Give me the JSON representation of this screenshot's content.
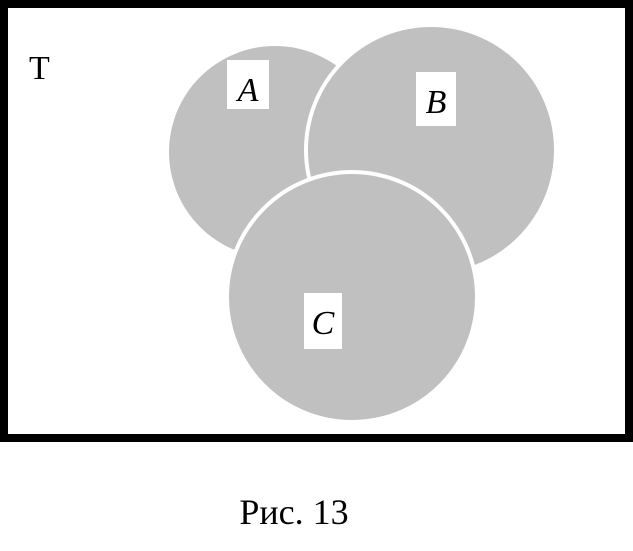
{
  "universe": {
    "label": "T"
  },
  "sets": {
    "a": {
      "label": "A"
    },
    "b": {
      "label": "B"
    },
    "c": {
      "label": "C"
    }
  },
  "caption": "Рис. 13",
  "colors": {
    "fill": "#c0c0c0",
    "border": "#000000",
    "background": "#ffffff",
    "separator": "#ffffff"
  }
}
